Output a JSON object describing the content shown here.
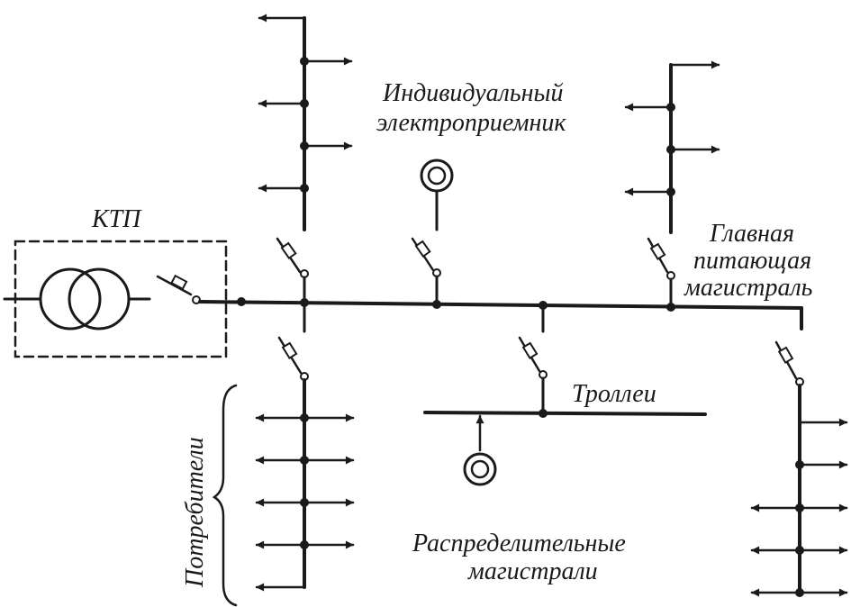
{
  "labels": {
    "ktp": "КТП",
    "individual_receiver_line1": "Индивидуальный",
    "individual_receiver_line2": "электроприемник",
    "main_trunk_line1": "Главная",
    "main_trunk_line2": "питающая",
    "main_trunk_line3": "магистраль",
    "trolleys": "Троллеи",
    "consumers": "Потребители",
    "distribution_line1": "Распределительные",
    "distribution_line2": "магистрали"
  },
  "colors": {
    "ink": "#1a1a1a",
    "background": "#ffffff"
  }
}
